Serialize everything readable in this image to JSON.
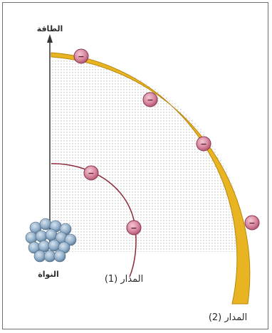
{
  "diagram": {
    "axis_label": "الطاقة",
    "nucleus_label": "النواة",
    "orbit1_label": "المدار (1)",
    "orbit2_label": "المدار (2)",
    "colors": {
      "band": "#e8b422",
      "band_edge": "#b8860b",
      "electron": "#d98aa0",
      "electron_edge": "#8a3550",
      "orbit_line": "#8b2a3a",
      "nucleus": "#8aa8c4",
      "axis": "#333333",
      "dots": "#d3d3d3"
    },
    "electron_symbol": "−",
    "orbit1_electron_count": 2,
    "orbit2_electron_count": 4
  }
}
